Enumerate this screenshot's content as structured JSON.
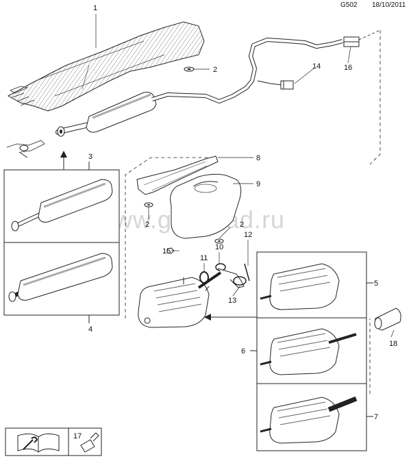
{
  "header": {
    "code": "G502",
    "date": "18/10/2011"
  },
  "watermark": "www.gmsklad.ru",
  "callouts": {
    "c1": "1",
    "c2a": "2",
    "c2b": "2",
    "c2c": "2",
    "c3": "3",
    "c4": "4",
    "c5": "5",
    "c6": "6",
    "c7": "7",
    "c8": "8",
    "c9": "9",
    "c10": "10",
    "c11": "11",
    "c12": "12",
    "c13": "13",
    "c14": "14",
    "c15": "15",
    "c16": "16",
    "c17": "17",
    "c18": "18"
  },
  "legend": {
    "item": "17"
  },
  "icons": [
    "manual-book-icon",
    "wrench-icon",
    "sealant-tube-icon"
  ]
}
